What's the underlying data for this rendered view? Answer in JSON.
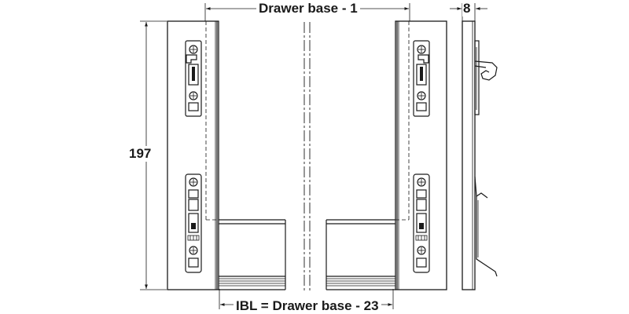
{
  "dimensions": {
    "top_width": "Drawer base - 1",
    "bottom_width": "IBL = Drawer base - 23",
    "height": "197",
    "thickness": "8"
  }
}
